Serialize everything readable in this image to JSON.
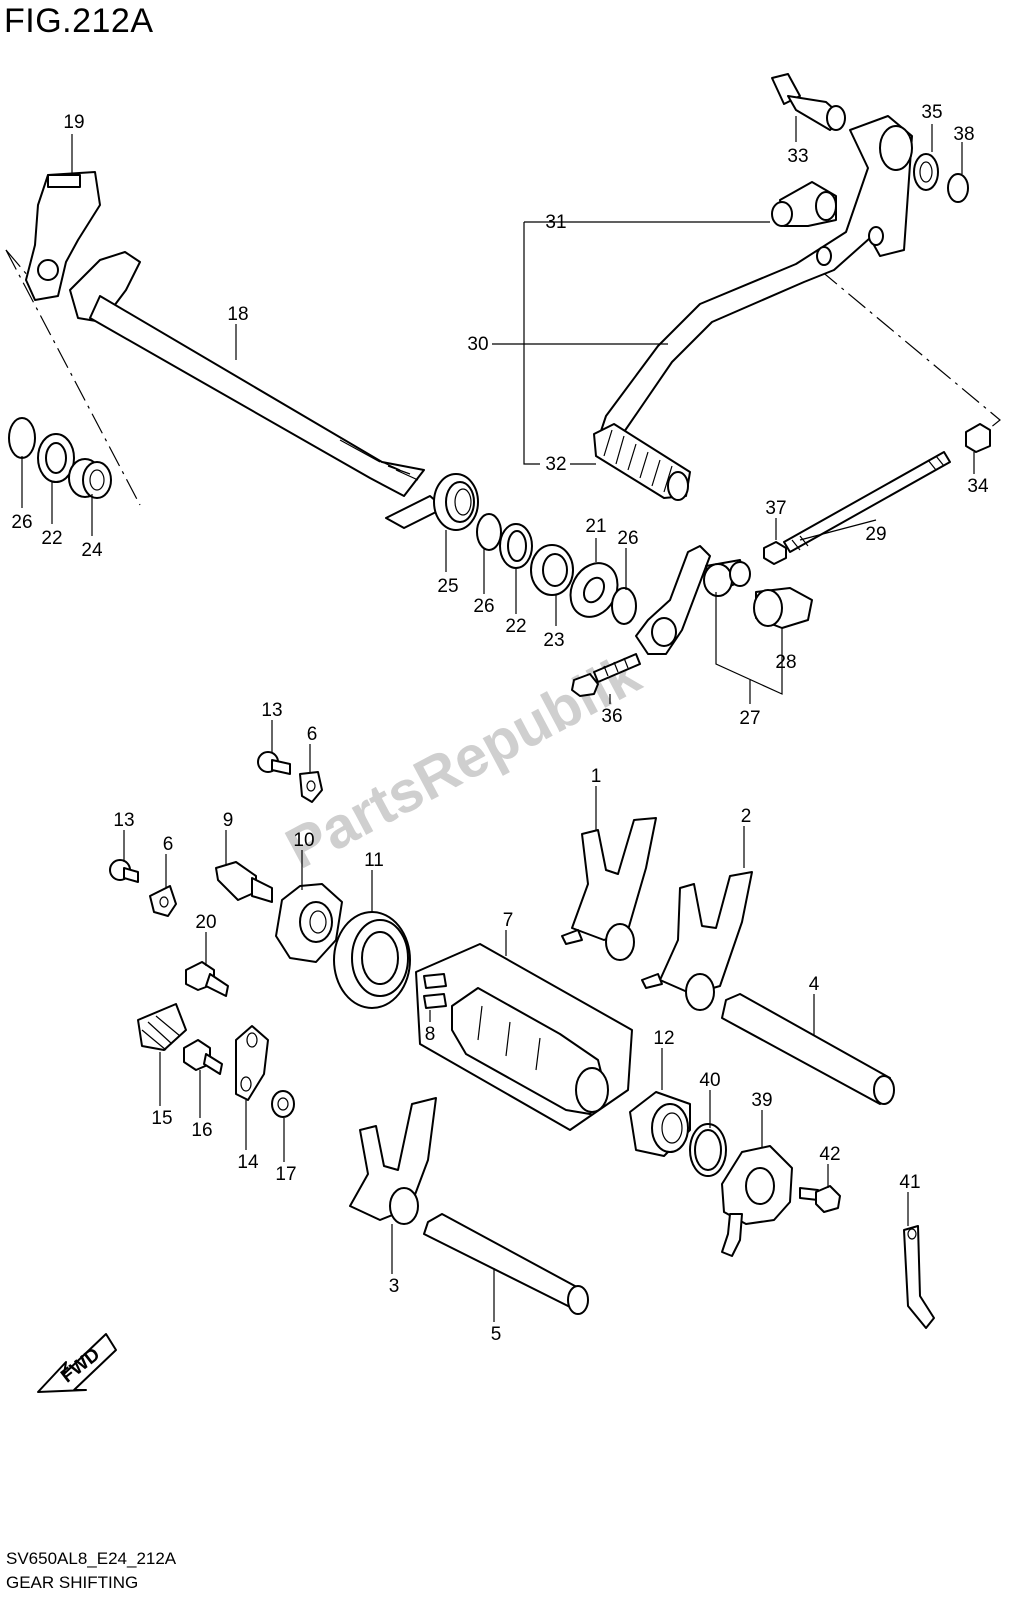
{
  "figure": {
    "title": "FIG.212A",
    "code": "SV650AL8_E24_212A",
    "caption": "GEAR SHIFTING",
    "watermark": "PartsRepublik",
    "fwd_label": "FWD"
  },
  "callouts": {
    "p1": "1",
    "p2": "2",
    "p3": "3",
    "p4": "4",
    "p5": "5",
    "p6a": "6",
    "p6b": "6",
    "p7": "7",
    "p8": "8",
    "p9": "9",
    "p10": "10",
    "p11": "11",
    "p12": "12",
    "p13a": "13",
    "p13b": "13",
    "p14": "14",
    "p15": "15",
    "p16": "16",
    "p17": "17",
    "p18": "18",
    "p19": "19",
    "p20": "20",
    "p21": "21",
    "p22a": "22",
    "p22b": "22",
    "p23": "23",
    "p24": "24",
    "p25": "25",
    "p26a": "26",
    "p26b": "26",
    "p26c": "26",
    "p27": "27",
    "p28": "28",
    "p29": "29",
    "p30": "30",
    "p31": "31",
    "p32": "32",
    "p33": "33",
    "p34": "34",
    "p35": "35",
    "p36": "36",
    "p37": "37",
    "p38": "38",
    "p39": "39",
    "p40": "40",
    "p41": "41",
    "p42": "42"
  }
}
